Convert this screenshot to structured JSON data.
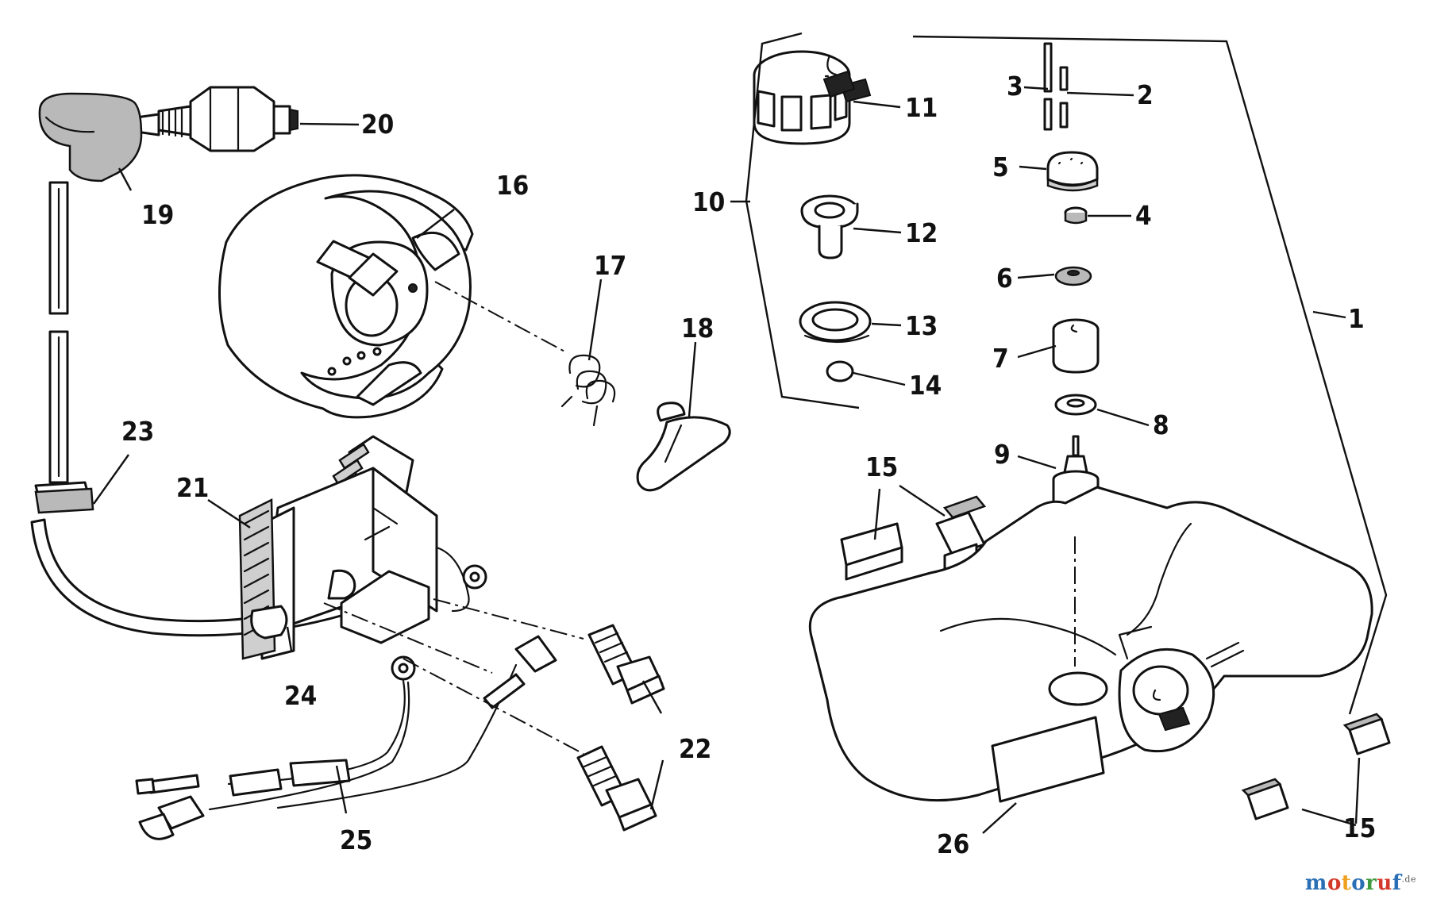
{
  "callouts": [
    {
      "id": "c1",
      "text": "1"
    },
    {
      "id": "c2",
      "text": "2"
    },
    {
      "id": "c3",
      "text": "3"
    },
    {
      "id": "c4",
      "text": "4"
    },
    {
      "id": "c5",
      "text": "5"
    },
    {
      "id": "c6",
      "text": "6"
    },
    {
      "id": "c7",
      "text": "7"
    },
    {
      "id": "c8",
      "text": "8"
    },
    {
      "id": "c9",
      "text": "9"
    },
    {
      "id": "c10",
      "text": "10"
    },
    {
      "id": "c11",
      "text": "11"
    },
    {
      "id": "c12",
      "text": "12"
    },
    {
      "id": "c13",
      "text": "13"
    },
    {
      "id": "c14",
      "text": "14"
    },
    {
      "id": "c15a",
      "text": "15"
    },
    {
      "id": "c15b",
      "text": "15"
    },
    {
      "id": "c16",
      "text": "16"
    },
    {
      "id": "c17",
      "text": "17"
    },
    {
      "id": "c18",
      "text": "18"
    },
    {
      "id": "c19",
      "text": "19"
    },
    {
      "id": "c20",
      "text": "20"
    },
    {
      "id": "c21",
      "text": "21"
    },
    {
      "id": "c22",
      "text": "22"
    },
    {
      "id": "c23",
      "text": "23"
    },
    {
      "id": "c24",
      "text": "24"
    },
    {
      "id": "c25",
      "text": "25"
    },
    {
      "id": "c26",
      "text": "26"
    }
  ],
  "watermark": {
    "letters": [
      "m",
      "o",
      "t",
      "o",
      "r",
      "u",
      "f"
    ],
    "colors": [
      "#2a6fb5",
      "#d33a2c",
      "#f0a020",
      "#2a6fb5",
      "#3c9a3c",
      "#d33a2c",
      "#2a6fb5"
    ],
    "suffix": ".de"
  }
}
